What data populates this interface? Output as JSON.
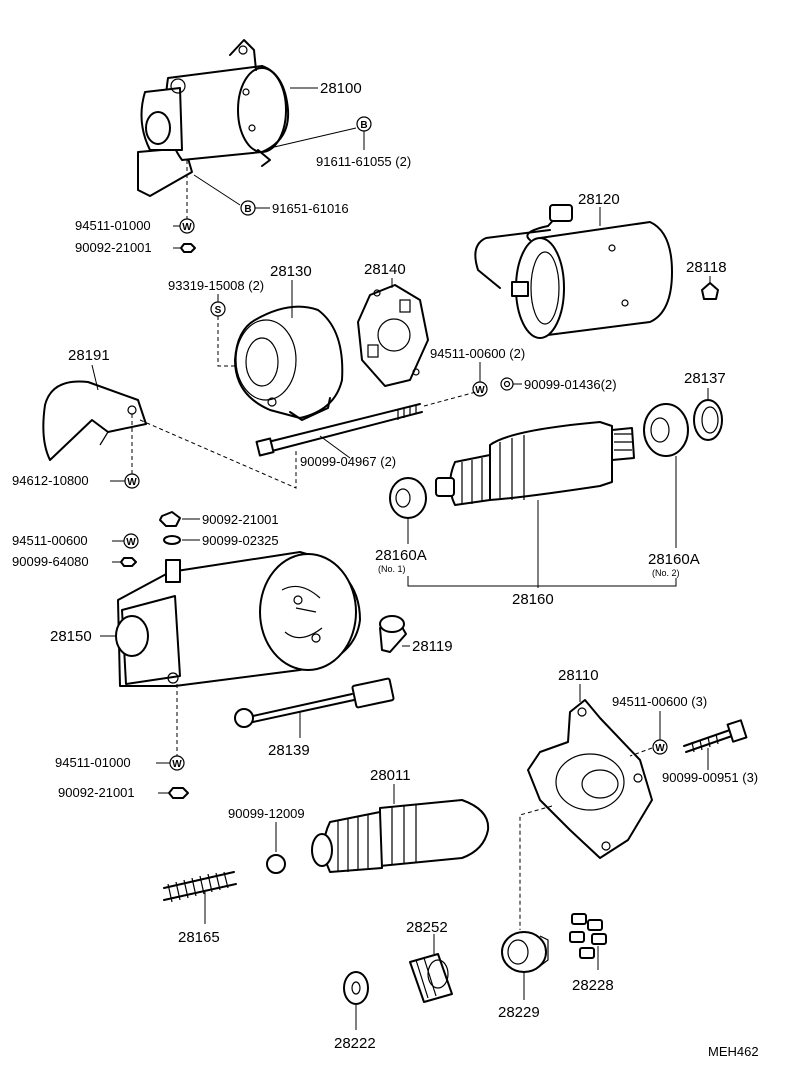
{
  "labels": {
    "p28100": "28100",
    "p91611": "91611-61055 (2)",
    "p91651": "91651-61016",
    "p94511_01000_top": "94511-01000",
    "p90092_21001_top": "90092-21001",
    "p28120": "28120",
    "p28118": "28118",
    "p28130": "28130",
    "p93319": "93319-15008 (2)",
    "p28140": "28140",
    "p94511_00600_mid": "94511-00600 (2)",
    "p90099_01436": "90099-01436(2)",
    "p28137": "28137",
    "p28191": "28191",
    "p94612": "94612-10800",
    "p90099_04967": "90099-04967 (2)",
    "p90092_21001_mid": "90092-21001",
    "p90099_02325": "90099-02325",
    "p94511_00600_left": "94511-00600",
    "p90099_64080": "90099-64080",
    "p28160a_1": "28160A",
    "p28160a_1_sub": "(No. 1)",
    "p28160a_2": "28160A",
    "p28160a_2_sub": "(No. 2)",
    "p28160": "28160",
    "p28150": "28150",
    "p28119": "28119",
    "p28139": "28139",
    "p28110": "28110",
    "p94511_00600_right": "94511-00600 (3)",
    "p90099_00951": "90099-00951 (3)",
    "p94511_01000_bot": "94511-01000",
    "p90092_21001_bot": "90092-21001",
    "p28011": "28011",
    "p90099_12009": "90099-12009",
    "p28165": "28165",
    "p28252": "28252",
    "p28229": "28229",
    "p28228": "28228",
    "p28222": "28222",
    "ref_code": "MEH462"
  },
  "symbols": {
    "b": "B",
    "w": "W",
    "s": "S"
  }
}
